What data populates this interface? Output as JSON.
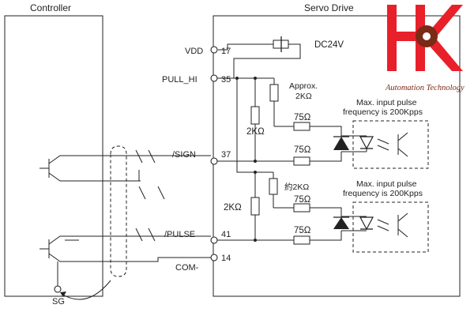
{
  "headers": {
    "controller": "Controller",
    "servo_drive": "Servo Drive"
  },
  "supply": {
    "label": "DC24V"
  },
  "pins": [
    {
      "name": "VDD",
      "number": "17"
    },
    {
      "name": "PULL_HI",
      "number": "35"
    },
    {
      "name": "/SIGN",
      "number": "37"
    },
    {
      "name": "/PULSE",
      "number": "41"
    },
    {
      "name": "COM-",
      "number": "14"
    }
  ],
  "components": {
    "pullup_top_a": "Approx.",
    "pullup_top_b": "2KΩ",
    "series_top": "2KΩ",
    "pullup_bottom": "約2KΩ",
    "series_bottom": "2KΩ",
    "r75_1": "75Ω",
    "r75_2": "75Ω",
    "r75_3": "75Ω",
    "r75_4": "75Ω"
  },
  "notes": {
    "top_line1": "Max. input pulse",
    "top_line2": "frequency is 200Kpps",
    "bottom_line1": "Max. input pulse",
    "bottom_line2": "frequency is 200Kpps"
  },
  "ground": {
    "label": "SG"
  },
  "logo": {
    "letters": "HK",
    "tagline": "Automation Technology",
    "red": "#e8202a",
    "brown": "#7a2a16"
  }
}
